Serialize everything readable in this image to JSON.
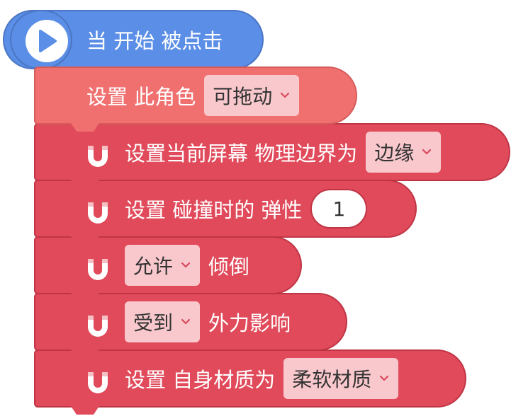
{
  "hat": {
    "label": "当 开始 被点击"
  },
  "blocks": [
    {
      "prefix": "设置 此角色",
      "dropdown": "可拖动",
      "suffix": ""
    },
    {
      "prefix": "设置当前屏幕 物理边界为",
      "dropdown": "边缘",
      "suffix": ""
    },
    {
      "prefix": "设置 碰撞时的 弹性",
      "value": "1",
      "suffix": ""
    },
    {
      "prefix": "",
      "dropdown": "允许",
      "suffix": "倾倒"
    },
    {
      "prefix": "",
      "dropdown": "受到",
      "suffix": "外力影响"
    },
    {
      "prefix": "设置 自身材质为",
      "dropdown": "柔软材质",
      "suffix": ""
    }
  ],
  "icons": {
    "hat": "play-icon",
    "physics": "magnet-icon",
    "dropdown": "chevron-down-icon"
  },
  "colors": {
    "hat_fill": "#5b8ee6",
    "sprite_block_fill": "#f07070",
    "physics_block_fill": "#e04a5a",
    "dropdown_fill": "#f9c8cd",
    "dropdown_arrow": "#d9485a"
  }
}
